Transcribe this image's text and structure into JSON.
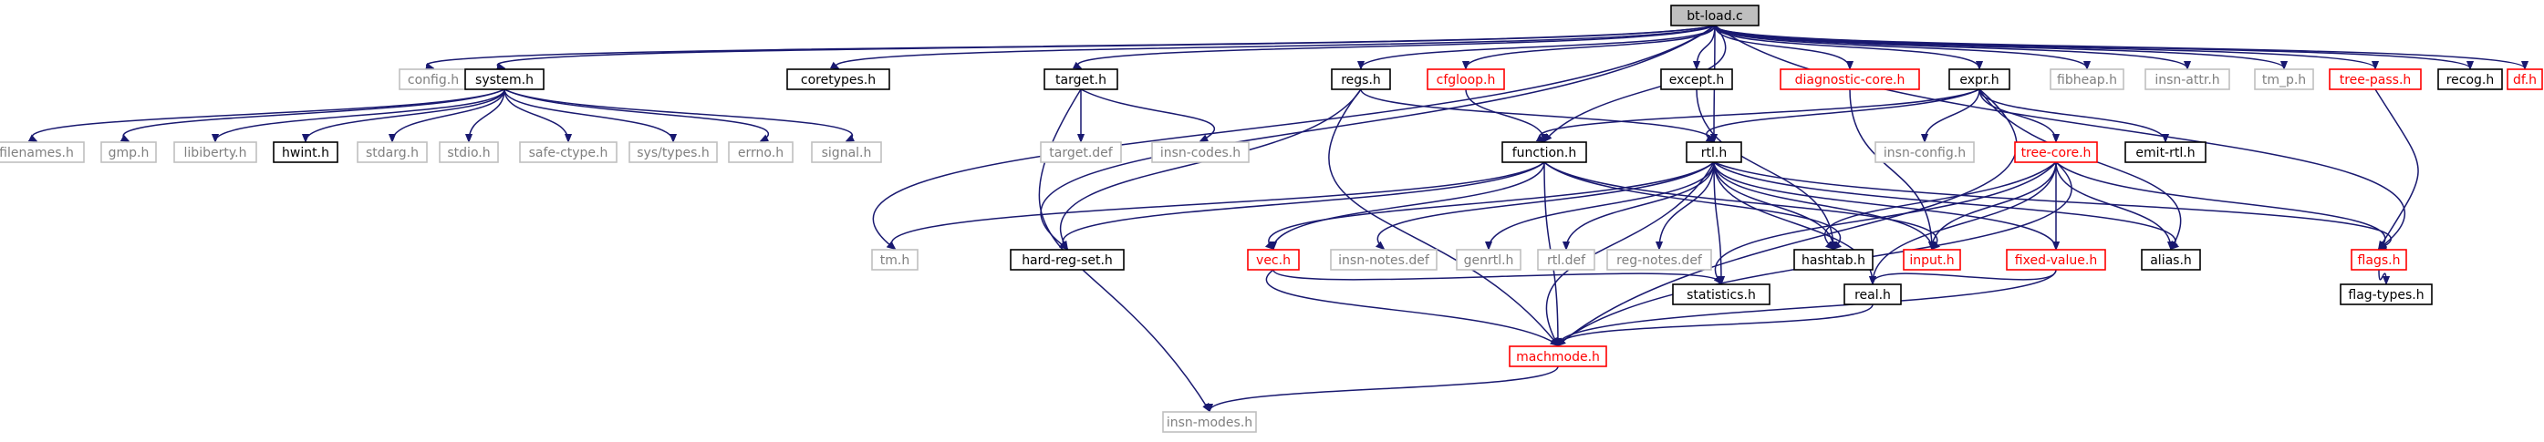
{
  "colors": {
    "edge": "#191970",
    "root_fill": "#bfbfbf",
    "border_black": "#000000",
    "border_gray": "#bfbfbf",
    "border_red": "#ff0000",
    "text_black": "#000000",
    "text_gray": "#7f7f7f",
    "text_red": "#ff0000"
  },
  "nodes": {
    "bt_load_c": "bt-load.c",
    "config_h": "config.h",
    "system_h": "system.h",
    "coretypes_h": "coretypes.h",
    "target_h": "target.h",
    "regs_h": "regs.h",
    "cfgloop_h": "cfgloop.h",
    "except_h": "except.h",
    "diagnostic_core_h": "diagnostic-core.h",
    "expr_h": "expr.h",
    "fibheap_h": "fibheap.h",
    "insn_attr_h": "insn-attr.h",
    "tm_p_h": "tm_p.h",
    "tree_pass_h": "tree-pass.h",
    "recog_h": "recog.h",
    "df_h": "df.h",
    "filenames_h": "filenames.h",
    "gmp_h": "gmp.h",
    "libiberty_h": "libiberty.h",
    "hwint_h": "hwint.h",
    "stdarg_h": "stdarg.h",
    "stdio_h": "stdio.h",
    "safe_ctype_h": "safe-ctype.h",
    "sys_types_h": "sys/types.h",
    "errno_h": "errno.h",
    "signal_h": "signal.h",
    "target_def": "target.def",
    "insn_codes_h": "insn-codes.h",
    "function_h": "function.h",
    "rtl_h": "rtl.h",
    "insn_config_h": "insn-config.h",
    "tree_core_h": "tree-core.h",
    "emit_rtl_h": "emit-rtl.h",
    "tm_h": "tm.h",
    "hard_reg_set_h": "hard-reg-set.h",
    "vec_h": "vec.h",
    "insn_notes_def": "insn-notes.def",
    "genrtl_h": "genrtl.h",
    "rtl_def": "rtl.def",
    "reg_notes_def": "reg-notes.def",
    "hashtab_h": "hashtab.h",
    "input_h": "input.h",
    "fixed_value_h": "fixed-value.h",
    "alias_h": "alias.h",
    "flags_h": "flags.h",
    "statistics_h": "statistics.h",
    "real_h": "real.h",
    "flag_types_h": "flag-types.h",
    "machmode_h": "machmode.h",
    "insn_modes_h": "insn-modes.h"
  }
}
